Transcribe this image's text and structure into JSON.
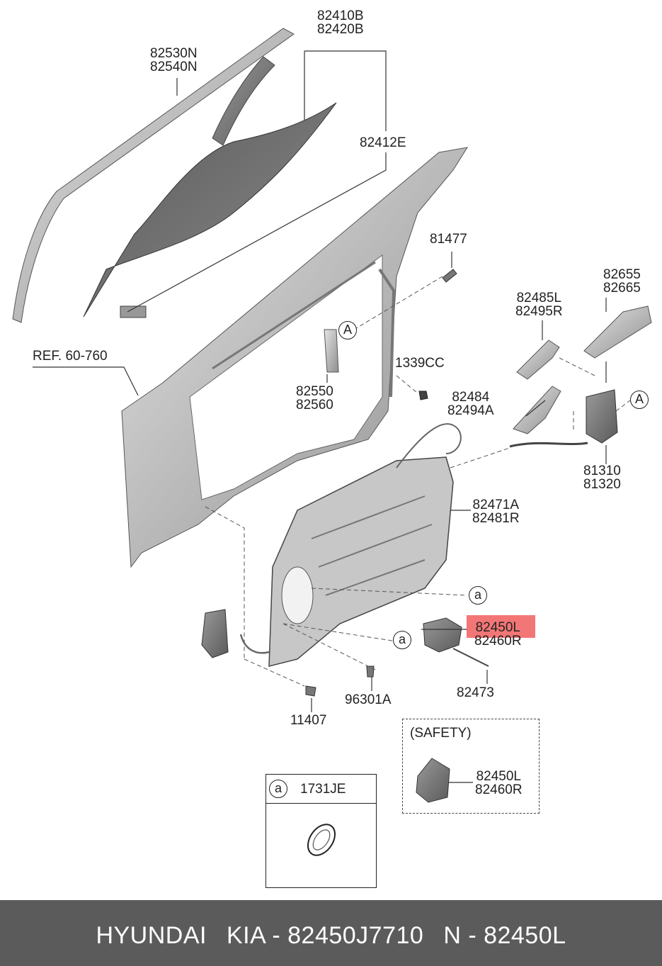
{
  "diagram": {
    "ref_label": "REF. 60-760",
    "parts": {
      "p82410": [
        "82410B",
        "82420B"
      ],
      "p82530": [
        "82530N",
        "82540N"
      ],
      "p82412": [
        "82412E"
      ],
      "p81477": [
        "81477"
      ],
      "p82655": [
        "82655",
        "82665"
      ],
      "p82485": [
        "82485L",
        "82495R"
      ],
      "p1339": [
        "1339CC"
      ],
      "p82550": [
        "82550",
        "82560"
      ],
      "p82484": [
        "82484",
        "82494A"
      ],
      "p81310": [
        "81310",
        "81320"
      ],
      "p82471": [
        "82471A",
        "82481R"
      ],
      "p82450": [
        "82450L",
        "82460R"
      ],
      "p82473": [
        "82473"
      ],
      "p96301": [
        "96301A"
      ],
      "p11407": [
        "11407"
      ],
      "p_safety": [
        "82450L",
        "82460R"
      ]
    },
    "callouts": {
      "A": "A",
      "a": "a"
    },
    "box_a": {
      "code": "1731JE",
      "callout": "a"
    },
    "safety_title": "(SAFETY)",
    "highlight_color": "#f05050"
  },
  "footer": {
    "brand": "HYUNDAI",
    "part_ref": "KIA - 82450J7710",
    "side_ref": "N - 82450L"
  }
}
